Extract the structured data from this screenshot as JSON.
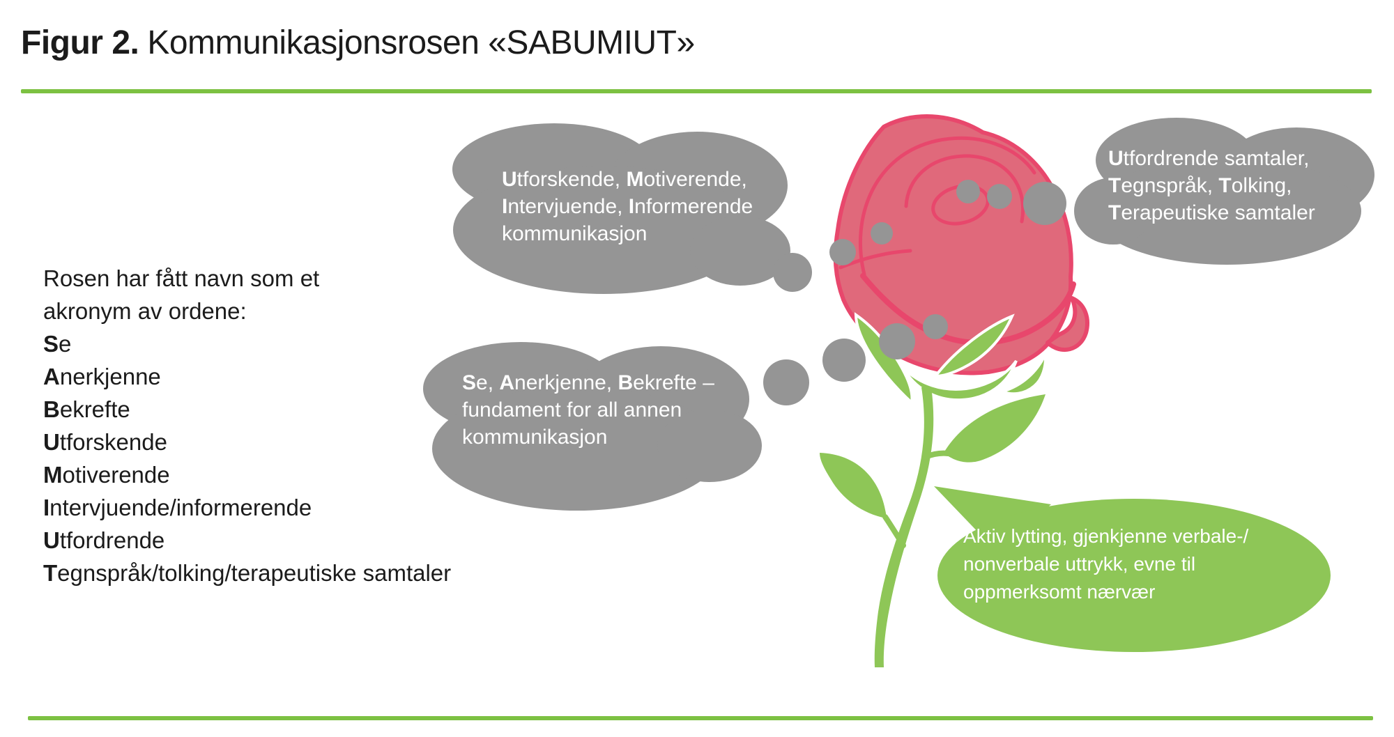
{
  "figure": {
    "label": "Figur 2.",
    "title": "Kommunikasjonsrosen «SABUMIUT»"
  },
  "colors": {
    "rule_green": "#7cc142",
    "plant_green": "#8ec657",
    "bubble_green": "#8ec657",
    "cloud_gray": "#959595",
    "rose_fill": "#e0697b",
    "rose_outline": "#e8476c",
    "text_dark": "#1b1b1b",
    "cloud_text_white": "#ffffff"
  },
  "left_text": {
    "lines": [
      [
        {
          "t": "Rosen har fått navn som et"
        }
      ],
      [
        {
          "t": "akronym av ordene:"
        }
      ],
      [
        {
          "b": "S"
        },
        {
          "t": "e"
        }
      ],
      [
        {
          "b": "A"
        },
        {
          "t": "nerkjenne"
        }
      ],
      [
        {
          "b": "B"
        },
        {
          "t": "ekrefte"
        }
      ],
      [
        {
          "b": "U"
        },
        {
          "t": "tforskende"
        }
      ],
      [
        {
          "b": "M"
        },
        {
          "t": "otiverende"
        }
      ],
      [
        {
          "b": "I"
        },
        {
          "t": "ntervjuende/informerende"
        }
      ],
      [
        {
          "b": "U"
        },
        {
          "t": "tfordrende"
        }
      ],
      [
        {
          "b": "T"
        },
        {
          "t": "egnspråk/tolking/terapeutiske samtaler"
        }
      ]
    ]
  },
  "clouds": {
    "top": {
      "lines": [
        [
          {
            "b": "U"
          },
          {
            "t": "tforskende, "
          },
          {
            "b": "M"
          },
          {
            "t": "otiverende,"
          }
        ],
        [
          {
            "b": "I"
          },
          {
            "t": "ntervjuende, "
          },
          {
            "b": "I"
          },
          {
            "t": "nformerende"
          }
        ],
        [
          {
            "t": "kommunikasjon"
          }
        ]
      ]
    },
    "middle": {
      "lines": [
        [
          {
            "b": "S"
          },
          {
            "t": "e, "
          },
          {
            "b": "A"
          },
          {
            "t": "nerkjenne, "
          },
          {
            "b": "B"
          },
          {
            "t": "ekrefte –"
          }
        ],
        [
          {
            "t": "fundament for all annen"
          }
        ],
        [
          {
            "t": "kommunikasjon"
          }
        ]
      ]
    },
    "right": {
      "lines": [
        [
          {
            "b": "U"
          },
          {
            "t": "tfordrende samtaler,"
          }
        ],
        [
          {
            "b": "T"
          },
          {
            "t": "egnspråk, "
          },
          {
            "b": "T"
          },
          {
            "t": "olking,"
          }
        ],
        [
          {
            "b": "T"
          },
          {
            "t": "erapeutiske samtaler"
          }
        ]
      ]
    }
  },
  "green_bubble": {
    "lines": [
      [
        {
          "t": "Aktiv lytting, gjenkjenne verbale-/"
        }
      ],
      [
        {
          "t": "nonverbale uttrykk, evne til"
        }
      ],
      [
        {
          "t": "oppmerksomt nærvær"
        }
      ]
    ]
  }
}
